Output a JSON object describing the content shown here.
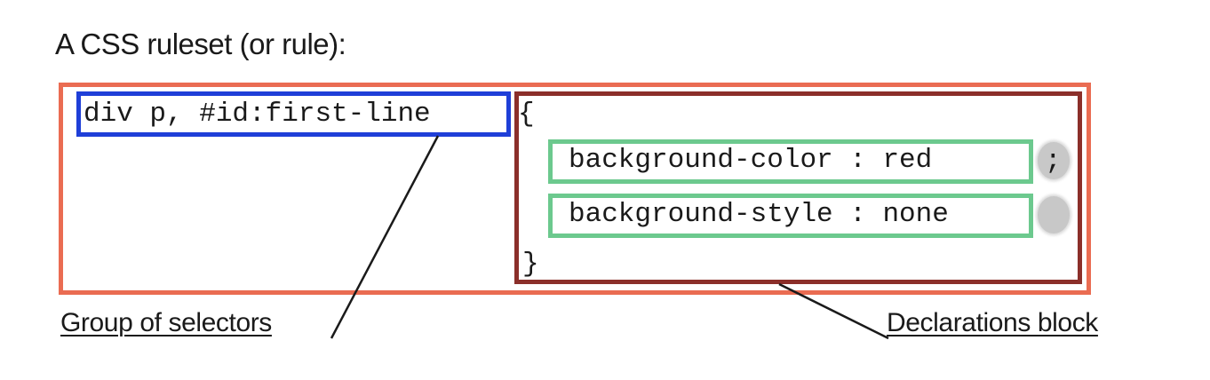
{
  "title": "A CSS ruleset (or rule):",
  "selector_group": "div p, #id:first-line",
  "braces": {
    "open": "{",
    "close": "}"
  },
  "declarations": [
    {
      "text": "background-color : red",
      "separator": ";"
    },
    {
      "text": "background-style : none",
      "separator": ""
    }
  ],
  "labels": {
    "selectors": "Group of selectors",
    "declarations_block": "Declarations block"
  },
  "colors": {
    "ruleset_border": "#ea6c52",
    "selector_border": "#1f3fd8",
    "declarations_block_border": "#8b2f2a",
    "declaration_border": "#6cc98e",
    "separator_fill": "#c8c8c8"
  }
}
